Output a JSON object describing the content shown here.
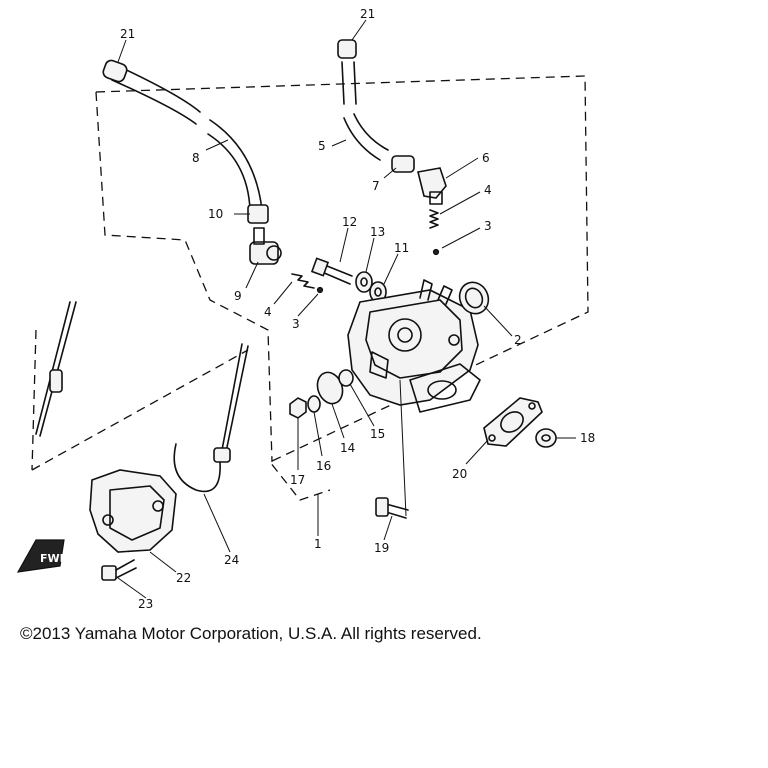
{
  "diagram": {
    "callouts": [
      {
        "id": "c21a",
        "label": "21"
      },
      {
        "id": "c21b",
        "label": "21"
      },
      {
        "id": "c8",
        "label": "8"
      },
      {
        "id": "c5",
        "label": "5"
      },
      {
        "id": "c6",
        "label": "6"
      },
      {
        "id": "c7",
        "label": "7"
      },
      {
        "id": "c4a",
        "label": "4"
      },
      {
        "id": "c3a",
        "label": "3"
      },
      {
        "id": "c10",
        "label": "10"
      },
      {
        "id": "c12",
        "label": "12"
      },
      {
        "id": "c13",
        "label": "13"
      },
      {
        "id": "c11",
        "label": "11"
      },
      {
        "id": "c9",
        "label": "9"
      },
      {
        "id": "c4b",
        "label": "4"
      },
      {
        "id": "c3b",
        "label": "3"
      },
      {
        "id": "c2",
        "label": "2"
      },
      {
        "id": "c15",
        "label": "15"
      },
      {
        "id": "c14",
        "label": "14"
      },
      {
        "id": "c16",
        "label": "16"
      },
      {
        "id": "c17",
        "label": "17"
      },
      {
        "id": "c18",
        "label": "18"
      },
      {
        "id": "c20",
        "label": "20"
      },
      {
        "id": "c1",
        "label": "1"
      },
      {
        "id": "c19",
        "label": "19"
      },
      {
        "id": "c24",
        "label": "24"
      },
      {
        "id": "c22",
        "label": "22"
      },
      {
        "id": "c23",
        "label": "23"
      }
    ],
    "fwd_label": "FWD"
  },
  "footer": {
    "copyright": "©2013 Yamaha Motor Corporation, U.S.A. All rights reserved."
  }
}
